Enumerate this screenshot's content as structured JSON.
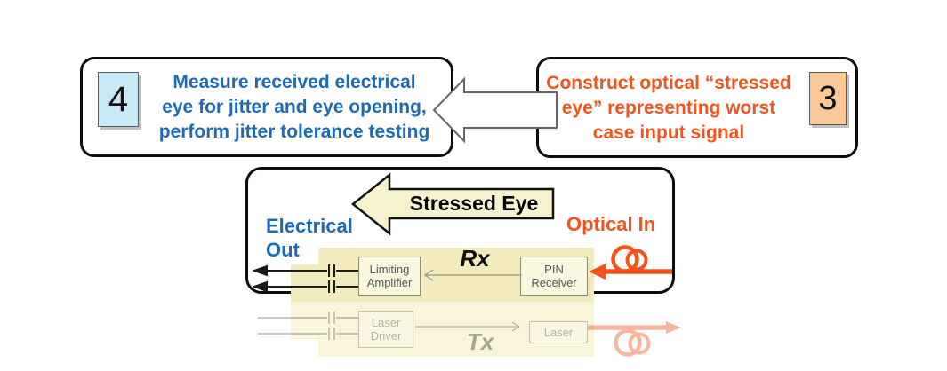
{
  "steps": {
    "step4": {
      "number": "4",
      "lines": [
        "Measure received electrical",
        "eye for jitter and eye opening,",
        "perform jitter tolerance testing"
      ],
      "text_color": "#1c6bb5",
      "chip_color": "#c9e9f7"
    },
    "step3": {
      "number": "3",
      "lines": [
        "Construct optical “stressed",
        "eye” representing worst",
        "case input signal"
      ],
      "text_color": "#f0561c",
      "chip_color": "#fbc998"
    }
  },
  "device_panel": {
    "stressed_eye_label": "Stressed Eye",
    "electrical_out_label": "Electrical Out",
    "optical_in_label": "Optical In",
    "rx": {
      "label": "Rx",
      "limiting_amplifier_label": "Limiting Amplifier",
      "pin_receiver_label": "PIN Receiver"
    },
    "tx": {
      "label": "Tx",
      "laser_driver_label": "Laser Driver",
      "laser_label": "Laser"
    }
  },
  "palette": {
    "accent_blue": "#1c6bb5",
    "accent_orange": "#f0561c",
    "fiber_orange": "#f1531a",
    "panel_yellow": "#f1ebbd",
    "panel_yellow_faded": "#f8f5da",
    "arrow_cream": "#f6f2d0",
    "step4_chip": "#c9e9f7",
    "step3_chip": "#fbc998",
    "outline_black": "#0d0d0d"
  }
}
